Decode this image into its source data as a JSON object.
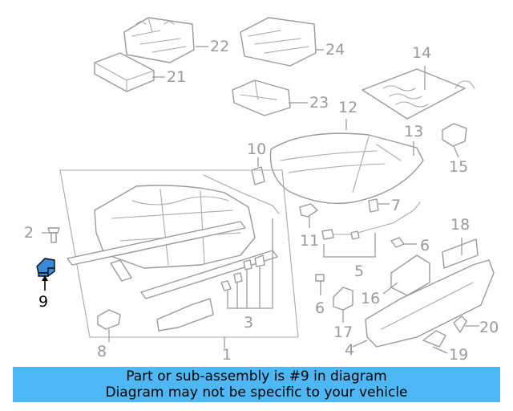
{
  "callouts": {
    "c1": "1",
    "c2": "2",
    "c3": "3",
    "c4": "4",
    "c5": "5",
    "c6a": "6",
    "c6b": "6",
    "c7": "7",
    "c8": "8",
    "c9": "9",
    "c10": "10",
    "c11": "11",
    "c12": "12",
    "c13": "13",
    "c14": "14",
    "c15": "15",
    "c16": "16",
    "c17": "17",
    "c18": "18",
    "c19": "19",
    "c20": "20",
    "c21": "21",
    "c22": "22",
    "c23": "23",
    "c24": "24"
  },
  "highlight": {
    "part_number": "9",
    "color": "#3b8ad9"
  },
  "banner": {
    "line1": "Part or sub-assembly is #9 in diagram",
    "line2": "Diagram may not be specific to your vehicle",
    "background": "#4db8f5"
  }
}
